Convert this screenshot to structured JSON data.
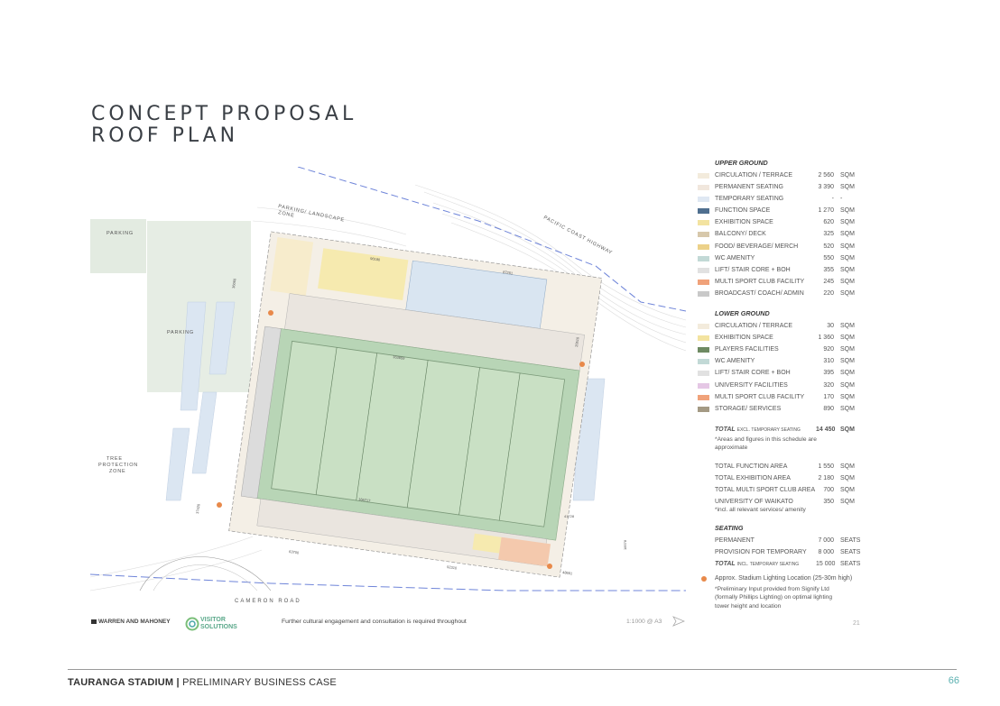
{
  "title": {
    "line1": "CONCEPT PROPOSAL",
    "line2": "ROOF PLAN"
  },
  "plan_labels": {
    "parking_landscape": "PARKING/ LANDSCAPE",
    "zone": "ZONE",
    "highway": "PACIFIC COAST HIGHWAY",
    "parking_1": "PARKING",
    "parking_2": "PARKING",
    "tree1": "TREE",
    "tree2": "PROTECTION",
    "tree3": "ZONE",
    "road": "CAMERON ROAD",
    "dims": [
      "96180",
      "87251",
      "36060",
      "20510",
      "163659",
      "166717",
      "37420",
      "63700",
      "92310",
      "48651",
      "41728",
      "18578"
    ]
  },
  "legend": {
    "upper_heading": "UPPER GROUND",
    "upper": [
      {
        "label": "CIRCULATION / TERRACE",
        "value": "2 560",
        "unit": "SQM",
        "color": "#f3ebdc"
      },
      {
        "label": "PERMANENT SEATING",
        "value": "3 390",
        "unit": "SQM",
        "color": "#f1e7dd"
      },
      {
        "label": "TEMPORARY SEATING",
        "value": "-",
        "unit": "-",
        "color": "#dfe8f3"
      },
      {
        "label": "FUNCTION SPACE",
        "value": "1 270",
        "unit": "SQM",
        "color": "#4f6f8f"
      },
      {
        "label": "EXHIBITION SPACE",
        "value": "620",
        "unit": "SQM",
        "color": "#f3e3a0"
      },
      {
        "label": "BALCONY/ DECK",
        "value": "325",
        "unit": "SQM",
        "color": "#d7c8ab"
      },
      {
        "label": "FOOD/ BEVERAGE/ MERCH",
        "value": "520",
        "unit": "SQM",
        "color": "#ecd189"
      },
      {
        "label": "WC AMENITY",
        "value": "550",
        "unit": "SQM",
        "color": "#c2d9d6"
      },
      {
        "label": "LIFT/ STAIR CORE + BOH",
        "value": "355",
        "unit": "SQM",
        "color": "#e1e1e1"
      },
      {
        "label": "MULTI SPORT CLUB FACILITY",
        "value": "245",
        "unit": "SQM",
        "color": "#f0a27a"
      },
      {
        "label": "BROADCAST/ COACH/ ADMIN",
        "value": "220",
        "unit": "SQM",
        "color": "#c9c9c9"
      }
    ],
    "lower_heading": "LOWER GROUND",
    "lower": [
      {
        "label": "CIRCULATION / TERRACE",
        "value": "30",
        "unit": "SQM",
        "color": "#f3ebdc"
      },
      {
        "label": "EXHIBITION SPACE",
        "value": "1 360",
        "unit": "SQM",
        "color": "#f3e3a0"
      },
      {
        "label": "PLAYERS FACILITIES",
        "value": "920",
        "unit": "SQM",
        "color": "#6e8a62"
      },
      {
        "label": "WC AMENITY",
        "value": "310",
        "unit": "SQM",
        "color": "#c2d9d6"
      },
      {
        "label": "LIFT/ STAIR CORE + BOH",
        "value": "395",
        "unit": "SQM",
        "color": "#e1e1e1"
      },
      {
        "label": "UNIVERSITY FACILITIES",
        "value": "320",
        "unit": "SQM",
        "color": "#e5c7e5"
      },
      {
        "label": "MULTI SPORT CLUB FACILITY",
        "value": "170",
        "unit": "SQM",
        "color": "#f0a27a"
      },
      {
        "label": "STORAGE/ SERVICES",
        "value": "890",
        "unit": "SQM",
        "color": "#a49a84"
      }
    ],
    "total_label": "TOTAL",
    "total_sub": "EXCL. TEMPORARY SEATING",
    "total_value": "14 450",
    "total_unit": "SQM",
    "total_note1": "*Areas and figures in this schedule are",
    "total_note2": "approximate",
    "summary": [
      {
        "label": "TOTAL FUNCTION AREA",
        "value": "1 550",
        "unit": "SQM"
      },
      {
        "label": "TOTAL EXHIBITION AREA",
        "value": "2 180",
        "unit": "SQM"
      },
      {
        "label": "TOTAL MULTI SPORT CLUB AREA",
        "value": "700",
        "unit": "SQM"
      },
      {
        "label": "UNIVERSITY OF WAIKATO",
        "value": "350",
        "unit": "SQM"
      }
    ],
    "summary_note": "*incl. all relevant services/ amenity",
    "seating_heading": "SEATING",
    "seating": [
      {
        "label": "PERMANENT",
        "value": "7 000",
        "unit": "SEATS"
      },
      {
        "label": "PROVISION FOR TEMPORARY",
        "value": "8 000",
        "unit": "SEATS"
      }
    ],
    "seating_total_label": "TOTAL",
    "seating_total_sub": "INCL. TEMPORARY SEATING",
    "seating_total_value": "15 000",
    "seating_total_unit": "SEATS",
    "lighting": "Approx. Stadium Lighting Location (25-30m high)",
    "lighting_note1": "*Preliminary Input provided from Signify Ltd",
    "lighting_note2": "(formally Phillips Lighting) on optimal lighting",
    "lighting_note3": "tower height and location",
    "lighting_color": "#e8894a"
  },
  "credits": {
    "warren": "WARREN AND MAHONEY",
    "visitor1": "VISITOR",
    "visitor2": "SOLUTIONS",
    "cultural": "Further cultural engagement and consultation is required throughout",
    "scale": "1:1000 @ A3",
    "page_small": "21"
  },
  "footer": {
    "project": "TAURANGA STADIUM",
    "separator": " | ",
    "doc": "PRELIMINARY BUSINESS CASE",
    "page": "66"
  }
}
